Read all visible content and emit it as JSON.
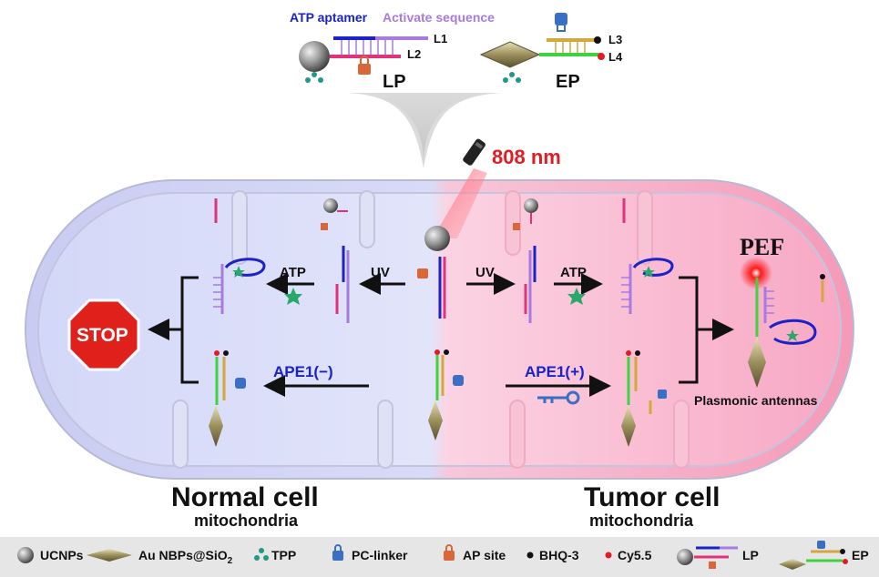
{
  "top": {
    "atp_aptamer": "ATP aptamer",
    "activate_sequence": "Activate sequence",
    "l1": "L1",
    "l2": "L2",
    "l3": "L3",
    "l4": "L4",
    "lp": "LP",
    "ep": "EP",
    "laser": "808 nm"
  },
  "normal": {
    "title": "Normal cell",
    "subtitle": "mitochondria",
    "uv": "UV",
    "atp": "ATP",
    "ape1": "APE1(−)",
    "stop": "STOP"
  },
  "tumor": {
    "title": "Tumor cell",
    "subtitle": "mitochondria",
    "uv": "UV",
    "atp": "ATP",
    "ape1": "APE1(+)",
    "pef": "PEF",
    "plasmonic": "Plasmonic antennas"
  },
  "legend": {
    "ucnps": "UCNPs",
    "au_nbps": "Au NBPs@SiO",
    "au_sub": "2",
    "tpp": "TPP",
    "pc_linker": "PC-linker",
    "ap_site": "AP site",
    "bhq": "BHQ-3",
    "cy55": "Cy5.5",
    "lp": "LP",
    "ep": "EP"
  },
  "colors": {
    "aptamer_blue": "#1a22c8",
    "activate_purple": "#a77be0",
    "l2_pink": "#e0337a",
    "ep_gold": "#d6a73c",
    "ep_green": "#3fd43f",
    "laser_red": "#e31b23",
    "stop_red": "#e0201a",
    "tpp_teal": "#1f9a86"
  }
}
